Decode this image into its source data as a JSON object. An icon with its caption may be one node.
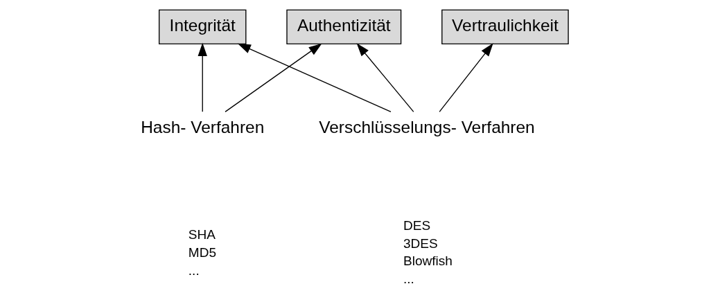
{
  "diagram": {
    "nodes": [
      {
        "text": [
          "Authentizität"
        ]
      },
      {
        "text": [
          "Integrität"
        ]
      },
      {
        "text": [
          "Vertraulichkeit"
        ]
      },
      {
        "text": [
          "Hash- Verfahren"
        ],
        "beside": [
          "SHA",
          "MD5",
          "..."
        ]
      },
      {
        "text": [
          "Verschlüsselungs- Verfahren"
        ],
        "beside": [
          "DES",
          "3DES",
          "Blowfish",
          "..."
        ]
      }
    ],
    "edges": [
      {
        "from": 3,
        "to": 0,
        "arrow": "to"
      },
      {
        "from": 3,
        "to": 1,
        "arrow": "to"
      },
      {
        "from": 4,
        "to": 0,
        "arrow": "to"
      },
      {
        "from": 4,
        "to": 1,
        "arrow": "to"
      },
      {
        "from": 4,
        "to": 2,
        "arrow": "to"
      }
    ]
  }
}
